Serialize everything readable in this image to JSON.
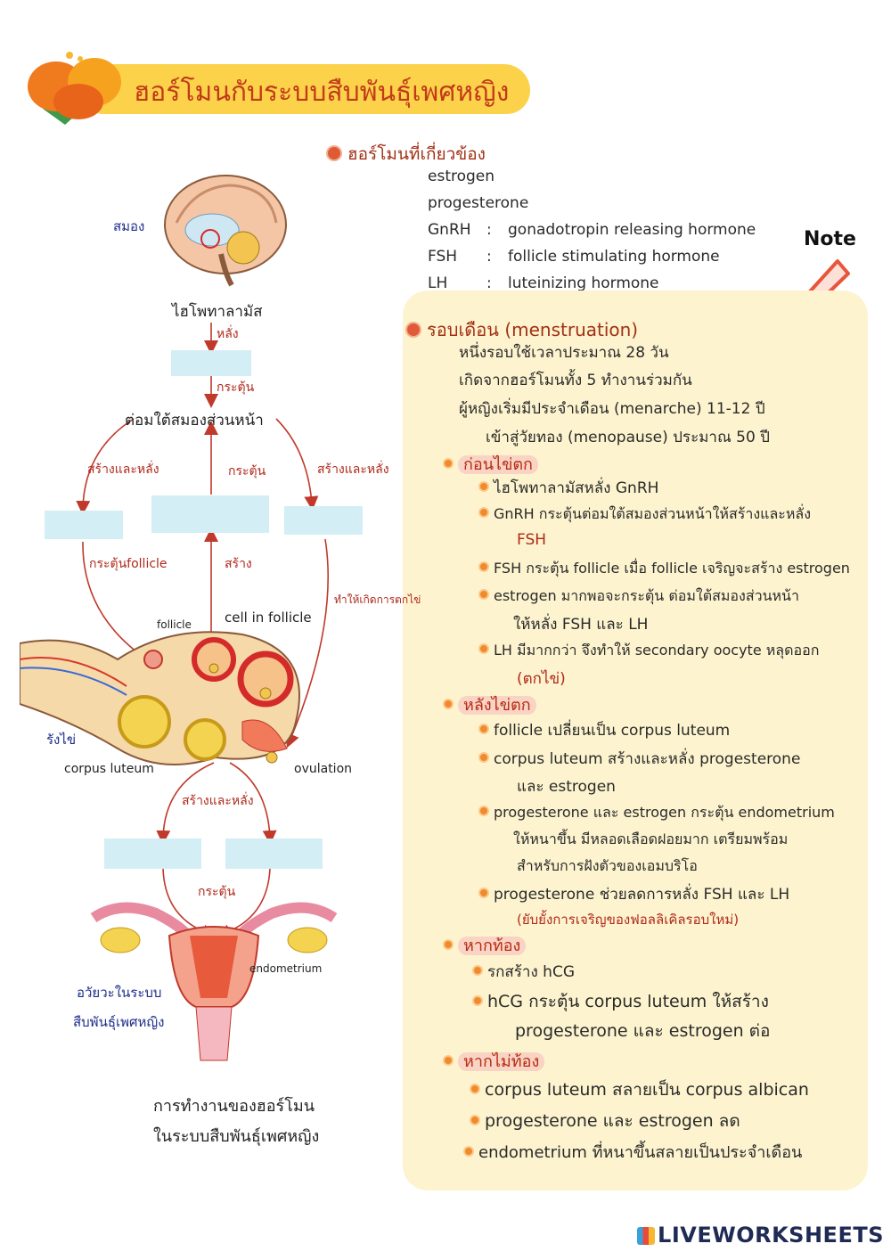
{
  "header": {
    "title": "ฮอร์โมนกับระบบสืบพันธุ์เพศหญิง"
  },
  "note_label": "Note",
  "hormones": {
    "heading": "ฮอร์โมนที่เกี่ยวข้อง",
    "items": [
      {
        "abbr": "estrogen",
        "sep": "",
        "full": ""
      },
      {
        "abbr": "progesterone",
        "sep": "",
        "full": ""
      },
      {
        "abbr": "GnRH",
        "sep": ":",
        "full": "gonadotropin releasing hormone"
      },
      {
        "abbr": "FSH",
        "sep": ":",
        "full": "follicle stimulating hormone"
      },
      {
        "abbr": "LH",
        "sep": ":",
        "full": "luteinizing hormone"
      }
    ]
  },
  "diagram": {
    "brain_label": "สมอง",
    "hypothalamus": "ไฮโพทาลามัส",
    "secrete": "หลั่ง",
    "stimulate1": "กระตุ้น",
    "pituitary": "ต่อมใต้สมองส่วนหน้า",
    "produce_secrete_left": "สร้างและหลั่ง",
    "stimulate_center": "กระตุ้น",
    "produce_secrete_right": "สร้างและหลั่ง",
    "stimulate_follicle": "กระตุ้นfollicle",
    "produce": "สร้าง",
    "cause_ovulation": "ทำให้เกิดการตกไข่",
    "follicle": "follicle",
    "cell_in_follicle": "cell in follicle",
    "ovary": "รังไข่",
    "corpus_luteum": "corpus luteum",
    "ovulation": "ovulation",
    "produce_secrete_bottom": "สร้างและหลั่ง",
    "stimulate_bottom": "กระตุ้น",
    "endometrium": "endometrium",
    "organ_label_1": "อวัยวะในระบบ",
    "organ_label_2": "สืบพันธุ์เพศหญิง",
    "caption_1": "การทำงานของฮอร์โมน",
    "caption_2": "ในระบบสืบพันธุ์เพศหญิง"
  },
  "cycle": {
    "heading": "รอบเดือน (menstruation)",
    "lines": [
      "หนึ่งรอบใช้เวลาประมาณ 28 วัน",
      "เกิดจากฮอร์โมนทั้ง 5 ทำงานร่วมกัน",
      "ผู้หญิงเริ่มมีประจำเดือน (menarche)   11-12 ปี",
      "เข้าสู่วัยทอง (menopause) ประมาณ 50 ปี"
    ],
    "before_ovulation": {
      "heading": "ก่อนไข่ตก",
      "items": [
        "ไฮโพทาลามัสหลั่ง GnRH",
        "GnRH กระตุ้นต่อมใต้สมองส่วนหน้าให้สร้างและหลั่ง",
        "FSH",
        "FSH กระตุ้น follicle เมื่อ follicle เจริญจะสร้าง estrogen",
        "estrogen มากพอจะกระตุ้น ต่อมใต้สมองส่วนหน้า",
        "ให้หลั่ง FSH และ LH",
        "LH มีมากกว่า จึงทำให้ secondary oocyte หลุดออก",
        "(ตกไข่)"
      ]
    },
    "after_ovulation": {
      "heading": "หลังไข่ตก",
      "items": [
        "follicle เปลี่ยนเป็น corpus luteum",
        "corpus luteum สร้างและหลั่ง progesterone",
        "และ estrogen",
        "progesterone และ estrogen กระตุ้น endometrium",
        "ให้หนาขึ้น มีหลอดเลือดฝอยมาก เตรียมพร้อม",
        "สำหรับการฝังตัวของเอมบริโอ",
        "progesterone ช่วยลดการหลั่ง FSH และ LH",
        "(ยับยั้งการเจริญของฟอลลิเคิลรอบใหม่)"
      ]
    },
    "pregnant": {
      "heading": "หากท้อง",
      "items": [
        "รกสร้าง hCG",
        "hCG กระตุ้น corpus luteum ให้สร้าง",
        "progesterone และ estrogen ต่อ"
      ]
    },
    "not_pregnant": {
      "heading": "หากไม่ท้อง",
      "items": [
        "corpus luteum สลายเป็น corpus albican",
        "progesterone และ estrogen ลด",
        "endometrium ที่หนาขึ้นสลายเป็นประจำเดือน"
      ]
    }
  },
  "footer": {
    "logo": "LIVEWORKSHEETS"
  }
}
